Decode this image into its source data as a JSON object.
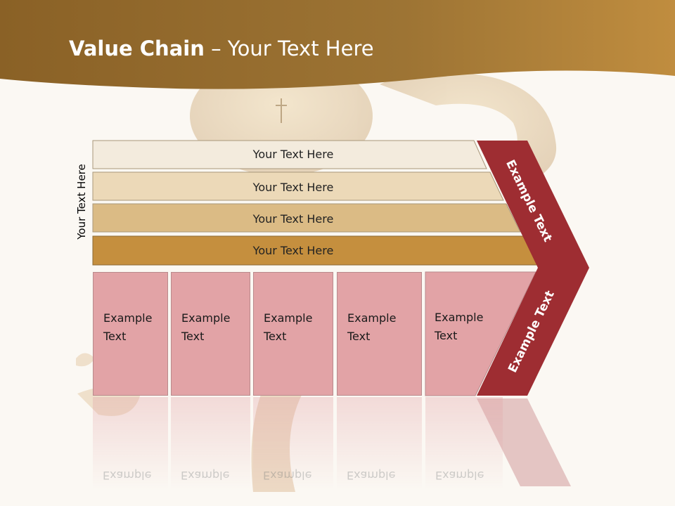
{
  "title": {
    "bold": "Value Chain",
    "rest": " – Your Text Here"
  },
  "side_label": "Your Text Here",
  "bars": [
    {
      "label": "Your Text Here"
    },
    {
      "label": "Your Text Here"
    },
    {
      "label": "Your Text Here"
    },
    {
      "label": "Your Text Here"
    }
  ],
  "boxes": [
    {
      "line1": "Example",
      "line2": "Text"
    },
    {
      "line1": "Example",
      "line2": "Text"
    },
    {
      "line1": "Example",
      "line2": "Text"
    },
    {
      "line1": "Example",
      "line2": "Text"
    },
    {
      "line1": "Example",
      "line2": "Text"
    }
  ],
  "chevron": {
    "upper_label": "Example Text",
    "lower_label": "Example Text"
  },
  "colors": {
    "header": "#9a6f2a",
    "bar1": "#f3ebdd",
    "bar2": "#ecd9b8",
    "bar3": "#dbbb85",
    "bar4": "#c58f3e",
    "box": "#e2a3a6",
    "chevron": "#9e2d32"
  }
}
